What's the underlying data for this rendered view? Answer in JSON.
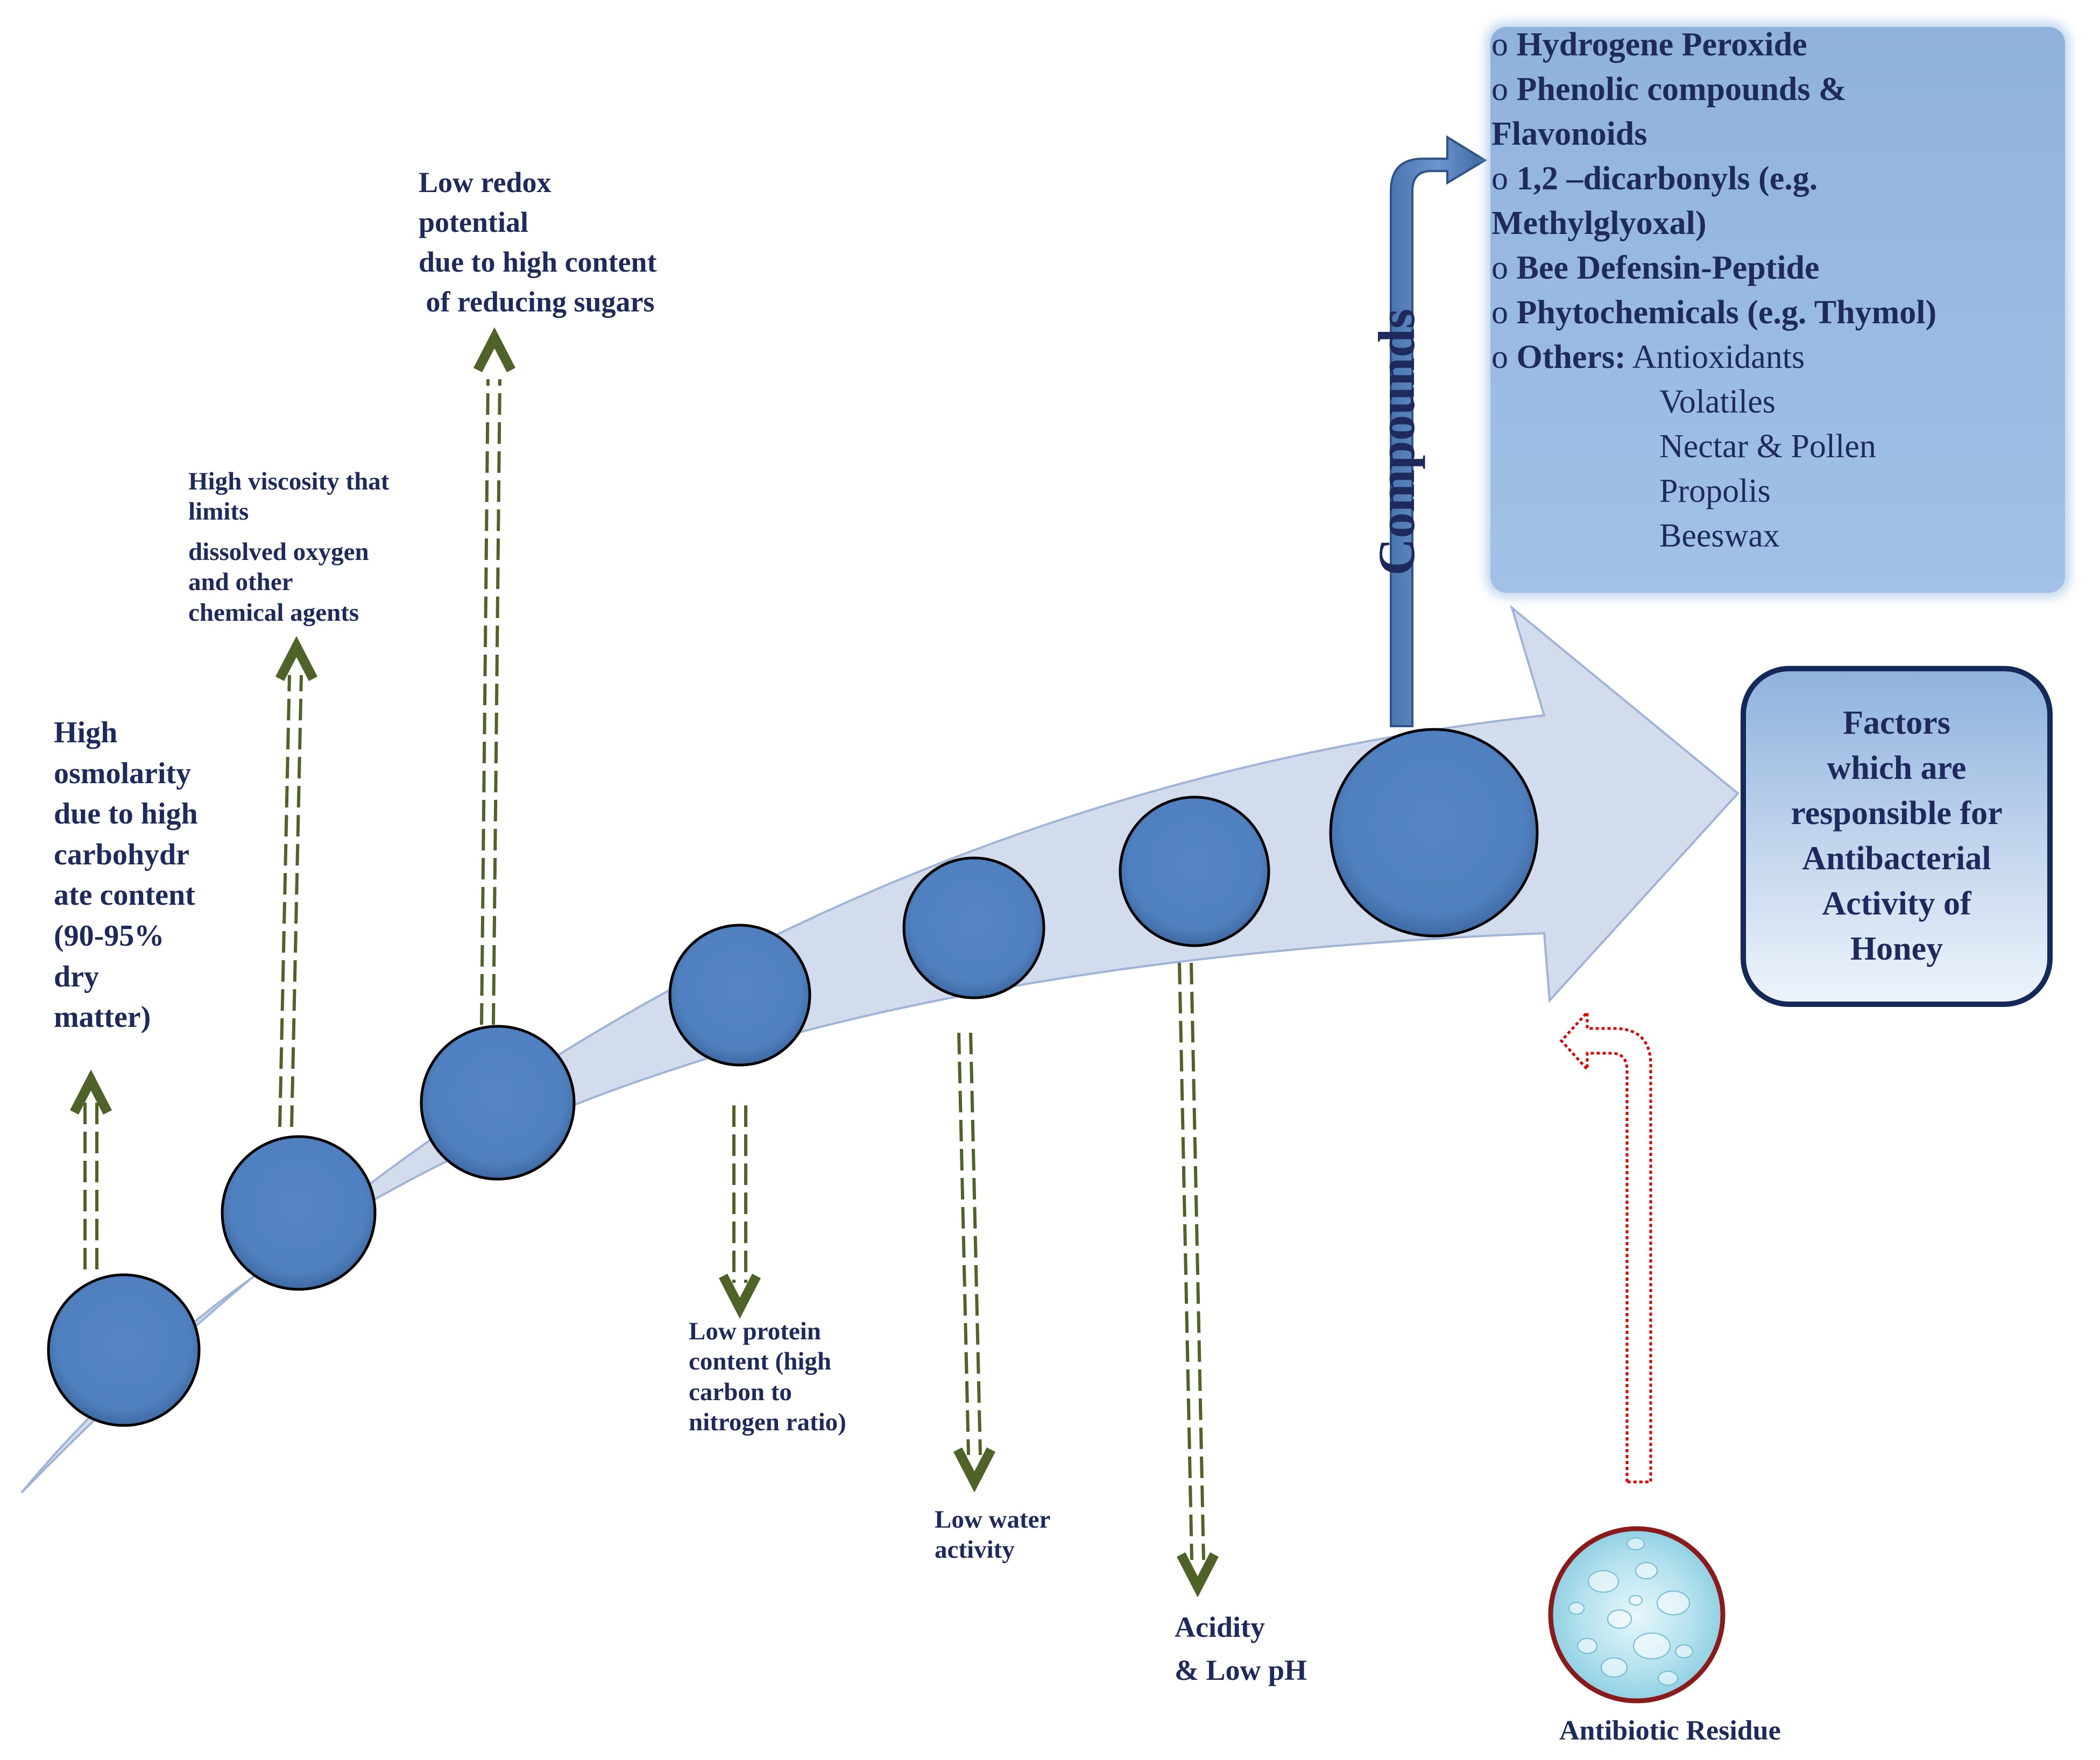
{
  "labels": {
    "osmolarity": [
      "High",
      "osmolarity",
      "due to high",
      "carbohydr",
      "ate content",
      "(90-95%",
      "dry",
      "matter)"
    ],
    "viscosity": [
      "High viscosity that",
      "limits",
      "dissolved oxygen",
      "and other",
      "chemical agents"
    ],
    "redox": [
      "Low redox",
      "potential",
      "due to high content",
      " of reducing sugars"
    ],
    "protein": [
      "Low protein",
      "content (high",
      "carbon to",
      "nitrogen ratio)"
    ],
    "water": [
      "Low water",
      "activity"
    ],
    "acidity": [
      "Acidity",
      "& Low pH"
    ]
  },
  "compounds": {
    "vertical_label": "Compounds",
    "items": [
      {
        "bullet": "o",
        "text": "Hydrogene Peroxide"
      },
      {
        "bullet": "o",
        "text": "Phenolic compounds &"
      },
      {
        "bullet": "",
        "text": "Flavonoids"
      },
      {
        "bullet": "o",
        "text": "1,2 –dicarbonyls (e.g."
      },
      {
        "bullet": "",
        "text": "Methylglyoxal)"
      },
      {
        "bullet": "o",
        "text": "Bee Defensin-Peptide"
      },
      {
        "bullet": "o",
        "text": "Phytochemicals (e.g. Thymol)"
      }
    ],
    "others_label": "Others:",
    "others": [
      "Antioxidants",
      "Volatiles",
      "Nectar & Pollen",
      "Propolis",
      "Beeswax"
    ]
  },
  "factors_box": [
    "Factors",
    "which are",
    "responsible for",
    "Antibacterial",
    "Activity of",
    "Honey"
  ],
  "antibiotic_label": "Antibiotic Residue",
  "colors": {
    "main_arrow": "#d3dcec",
    "circle_fill": "#4f81bd",
    "dashed_arrow": "#4f6228",
    "text": "#1f2a5c",
    "compound_box": "#95b3d7",
    "residue_arrow": "#e00000"
  }
}
